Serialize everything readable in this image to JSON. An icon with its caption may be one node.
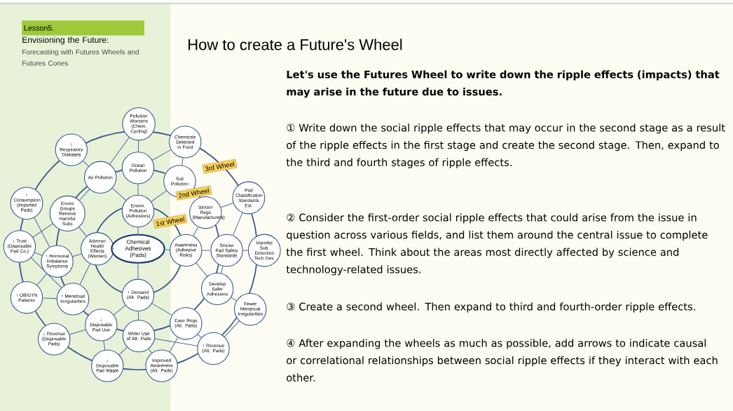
{
  "diagram": {
    "title": "How to create a Future's Wheel",
    "nodes": [
      {
        "text": [
          "Pollution Worsens (Chem. Cycling)"
        ]
      },
      {
        "text": [
          "Chemicals Detected in Food"
        ]
      },
      {
        "text": [
          "↑ Respiratory Diseases"
        ]
      },
      {
        "text": [
          "Ocean Pollution"
        ]
      },
      {
        "text": [
          "Air Pollution"
        ]
      },
      {
        "text": [
          "Soil Pollution"
        ]
      },
      {
        "text": [
          "Pad Classification Standards Est."
        ]
      },
      {
        "text": [
          "↑ Consumption (Imported Pads)"
        ]
      },
      {
        "text": [
          "Enviro Groups Remove Harmful Subs"
        ]
      },
      {
        "text": [
          "Enviro. Pollution (Adhesives)"
        ]
      },
      {
        "text": [
          "Stricter Regs (Manufacturers)"
        ]
      },
      {
        "text": [
          "↓ Trust (Disposable Pad Co.)"
        ]
      },
      {
        "text": [
          "↑ Hormonal Imbalance Symptoms"
        ]
      },
      {
        "text": [
          "Adverse Health Effects (Women)"
        ]
      },
      {
        "text": [
          "Chemical Adhesives (Pads)"
        ]
      },
      {
        "text": [
          "Awareness (Adhesive Risks)"
        ]
      },
      {
        "text": [
          "Stricter Pad Safety Standards"
        ]
      },
      {
        "text": [
          "Harmful Sub. Detection Tech Dev."
        ]
      },
      {
        "text": [
          "↑ Menstrual Irregularities"
        ]
      },
      {
        "text": [
          "↑ Demand (Alt. Pads)"
        ]
      },
      {
        "text": [
          "Develop Safer Adhesives"
        ]
      },
      {
        "text": [
          "↑ OB/GYN Patients"
        ]
      },
      {
        "text": [
          "Fewer Menstrual Irregularities"
        ]
      },
      {
        "text": [
          "↓ Disposable Pad Use"
        ]
      },
      {
        "text": [
          "Wider Use of Alt. Pads"
        ]
      },
      {
        "text": [
          "Ease Regs (Alt. Pads)"
        ]
      },
      {
        "text": [
          "↓ Revenue (Disposable Pads)"
        ]
      },
      {
        "text": [
          "↑ Revenue (Alt. Pads)"
        ]
      },
      {
        "text": [
          "↓ Disposable Pad Waste"
        ]
      },
      {
        "text": [
          "Improved Awareness (Alt. Pads)"
        ]
      },
      {
        "text": [
          "3rd Wheel"
        ]
      },
      {
        "text": [
          "2nd Wheel"
        ]
      },
      {
        "text": [
          "1st Wheel"
        ]
      }
    ],
    "edges": [
      {
        "from": 14,
        "to": 9,
        "arrow": "none"
      },
      {
        "from": 14,
        "to": 13,
        "arrow": "none"
      },
      {
        "from": 14,
        "to": 15,
        "arrow": "none"
      },
      {
        "from": 14,
        "to": 19,
        "arrow": "none"
      },
      {
        "from": 9,
        "to": 4,
        "arrow": "none"
      },
      {
        "from": 9,
        "to": 3,
        "arrow": "none"
      },
      {
        "from": 9,
        "to": 5,
        "arrow": "none"
      },
      {
        "from": 4,
        "to": 2,
        "arrow": "none"
      },
      {
        "from": 4,
        "to": 0,
        "arrow": "none"
      },
      {
        "from": 4,
        "to": 8,
        "arrow": "none"
      },
      {
        "from": 3,
        "to": 0,
        "arrow": "none"
      },
      {
        "from": 3,
        "to": 1,
        "arrow": "none"
      },
      {
        "from": 5,
        "to": 1,
        "arrow": "none"
      },
      {
        "from": 13,
        "to": 8,
        "arrow": "none"
      },
      {
        "from": 13,
        "to": 12,
        "arrow": "none"
      },
      {
        "from": 13,
        "to": 18,
        "arrow": "none"
      },
      {
        "from": 8,
        "to": 11,
        "arrow": "none"
      },
      {
        "from": 7,
        "to": 12,
        "arrow": "none"
      },
      {
        "from": 12,
        "to": 11,
        "arrow": "none"
      },
      {
        "from": 12,
        "to": 21,
        "arrow": "none"
      },
      {
        "from": 11,
        "to": 18,
        "arrow": "none"
      },
      {
        "from": 18,
        "to": 21,
        "arrow": "none"
      },
      {
        "from": 15,
        "to": 10,
        "arrow": "none"
      },
      {
        "from": 15,
        "to": 16,
        "arrow": "none"
      },
      {
        "from": 15,
        "to": 20,
        "arrow": "none"
      },
      {
        "from": 10,
        "to": 6,
        "arrow": "none"
      },
      {
        "from": 16,
        "to": 6,
        "arrow": "none"
      },
      {
        "from": 16,
        "to": 17,
        "arrow": "none"
      },
      {
        "from": 16,
        "to": 20,
        "arrow": "none"
      },
      {
        "from": 20,
        "to": 22,
        "arrow": "none"
      },
      {
        "from": 19,
        "to": 23,
        "arrow": "none"
      },
      {
        "from": 19,
        "to": 24,
        "arrow": "none"
      },
      {
        "from": 19,
        "to": 25,
        "arrow": "none"
      },
      {
        "from": 23,
        "to": 26,
        "arrow": "none"
      },
      {
        "from": 23,
        "to": 28,
        "arrow": "none"
      },
      {
        "from": 24,
        "to": 28,
        "arrow": "none"
      },
      {
        "from": 24,
        "to": 29,
        "arrow": "none"
      },
      {
        "from": 24,
        "to": 27,
        "arrow": "none"
      },
      {
        "from": 25,
        "to": 29,
        "arrow": "none"
      },
      {
        "from": 25,
        "to": 27,
        "arrow": "none"
      },
      {
        "from": 22,
        "to": 27,
        "arrow": "none"
      }
    ],
    "labels": [
      "Lesson5.",
      "Envisioning the Future:",
      "Forecasting with Futures Wheels and Futures Cones",
      "Let's use the Futures Wheel to write down the ripple effects (impacts) that may arise in the future due to issues.",
      "① Write down the social ripple effects that may occur in the second stage as a result of the ripple effects in the first stage and create the second stage. Then, expand to the third and fourth stages of ripple effects.",
      "② Consider the first-order social ripple effects that could arise from the issue in question across various fields, and list them around the central issue to complete the first wheel. Think about the areas most directly affected by science and technology-related issues.",
      "③ Create a second wheel. Then expand to third and fourth-order ripple effects.",
      "④ After expanding the wheels as much as possible, add arrows to indicate causal or correlational relationships between social ripple effects if they interact with each other."
    ]
  }
}
